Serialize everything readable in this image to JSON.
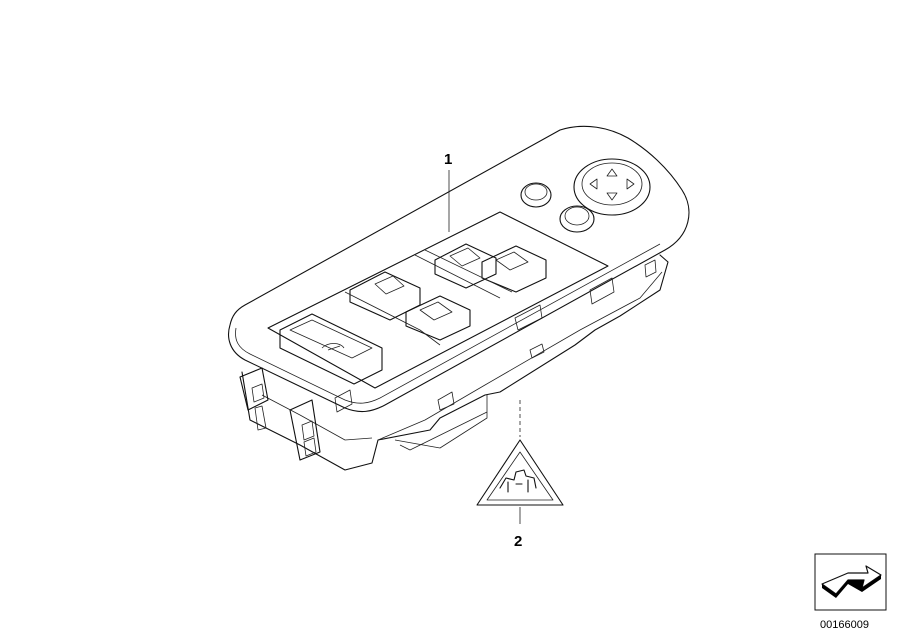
{
  "diagram": {
    "parts": [
      {
        "label": "1",
        "part": "window-switch-panel"
      },
      {
        "label": "2",
        "part": "child-lock-warning-symbol"
      }
    ],
    "reference_code": "00166009"
  },
  "icons": {
    "switch_cover": "window-up-arrow-icon",
    "warning": "child-lock-triangle-icon",
    "corner": "view-arrow-icon"
  }
}
